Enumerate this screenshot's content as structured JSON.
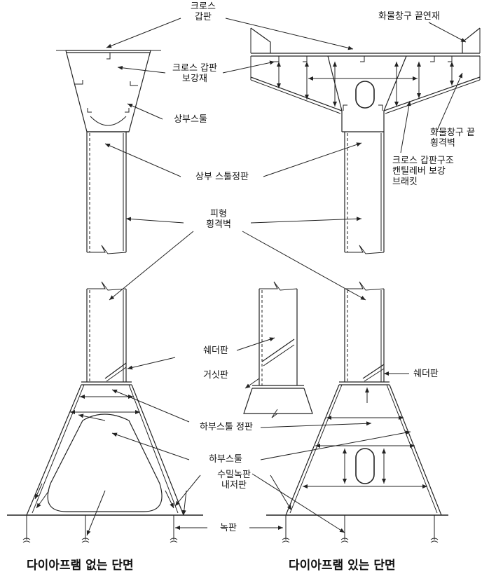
{
  "labels": {
    "cross_deck": [
      "크로스",
      "갑판"
    ],
    "hatch_coaming_end": "화물창구 끝연재",
    "cross_deck_stiffener": [
      "크로스 갑판",
      "보강재"
    ],
    "upper_stool": "상부스툴",
    "hatch_end_bulkhead": [
      "화물창구 끝",
      "횡격벽"
    ],
    "upper_stool_top_plate": "상부 스툴정판",
    "cross_deck_bracket": [
      "크로스 갑판구조",
      "캔틸레버 보강",
      "브래킷"
    ],
    "corrugated_bulkhead": [
      "피형",
      "횡격벽"
    ],
    "shedder_plate_mid": "쉐더판",
    "gusset_plate": "거싯판",
    "shedder_plate_right": "쉐더판",
    "lower_stool_top_plate": "하부스툴 정판",
    "lower_stool": "하부스툴",
    "inner_bottom": [
      "수밀녹판",
      "내저판"
    ],
    "floor": "녹판"
  },
  "captions": {
    "left": "다이아프램 없는 단면",
    "right": "다이아프램 있는 단면"
  }
}
